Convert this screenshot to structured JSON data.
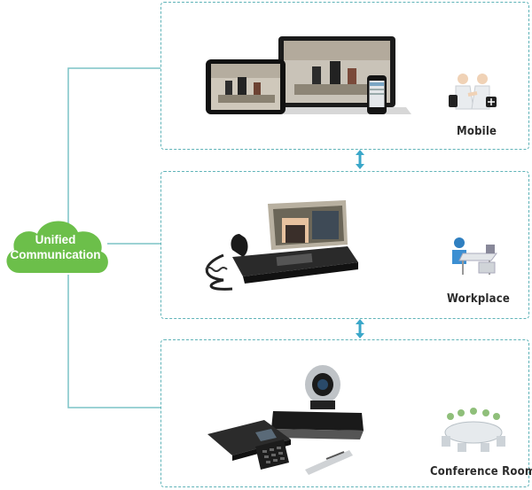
{
  "hub": {
    "label_line1": "Unified",
    "label_line2": "Communication",
    "color": "#6cbf4a"
  },
  "panels": [
    {
      "id": "mobile",
      "label": "Mobile"
    },
    {
      "id": "workplace",
      "label": "Workplace"
    },
    {
      "id": "conference",
      "label": "Conference Room"
    }
  ],
  "colors": {
    "border": "#5fb3b8",
    "connector": "#7cc4c6",
    "arrow": "#3aa7c9"
  },
  "icons": {
    "mobile_devices": "tablet-laptop-phone-icon",
    "mobile_people": "business-handshake-icon",
    "workplace_device": "video-desk-phone-icon",
    "workplace_person": "person-at-desk-icon",
    "conference_device": "video-conference-system-icon",
    "conference_people": "meeting-table-icon"
  }
}
